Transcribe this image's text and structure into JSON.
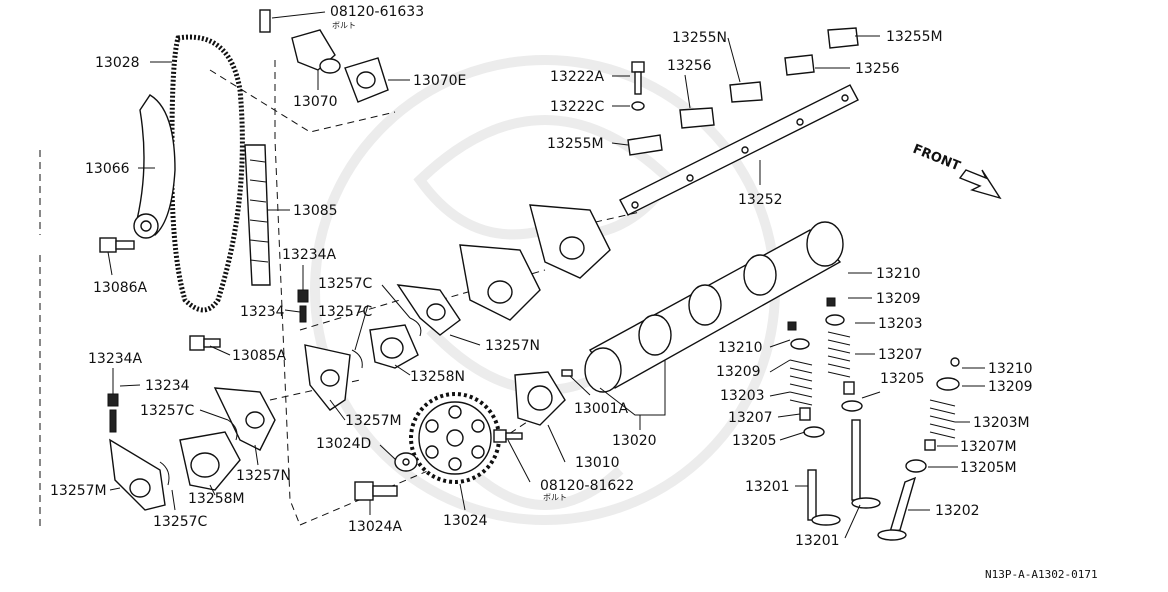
{
  "diagram_code": "N13P-A-A1302-0171",
  "front_label": "FRONT",
  "labels": [
    {
      "id": "l-08120-61633",
      "text": "08120-61633",
      "sub": "ボルト"
    },
    {
      "id": "l-13028",
      "text": "13028"
    },
    {
      "id": "l-13070",
      "text": "13070"
    },
    {
      "id": "l-13070E",
      "text": "13070E"
    },
    {
      "id": "l-13066",
      "text": "13066"
    },
    {
      "id": "l-13085",
      "text": "13085"
    },
    {
      "id": "l-13086A",
      "text": "13086A"
    },
    {
      "id": "l-13085A",
      "text": "13085A"
    },
    {
      "id": "l-13234A-1",
      "text": "13234A"
    },
    {
      "id": "l-13234-1",
      "text": "13234"
    },
    {
      "id": "l-13234A-2",
      "text": "13234A"
    },
    {
      "id": "l-13234-2",
      "text": "13234"
    },
    {
      "id": "l-13257C-1",
      "text": "13257C"
    },
    {
      "id": "l-13257C-2",
      "text": "13257C"
    },
    {
      "id": "l-13257C-3",
      "text": "13257C"
    },
    {
      "id": "l-13257C-4",
      "text": "13257C"
    },
    {
      "id": "l-13257N-1",
      "text": "13257N"
    },
    {
      "id": "l-13257N-2",
      "text": "13257N"
    },
    {
      "id": "l-13258N",
      "text": "13258N"
    },
    {
      "id": "l-13257M-1",
      "text": "13257M"
    },
    {
      "id": "l-13257M-2",
      "text": "13257M"
    },
    {
      "id": "l-13258M",
      "text": "13258M"
    },
    {
      "id": "l-13024D",
      "text": "13024D"
    },
    {
      "id": "l-13024A",
      "text": "13024A"
    },
    {
      "id": "l-13024",
      "text": "13024"
    },
    {
      "id": "l-08120-81622",
      "text": "08120-81622",
      "sub": "ボルト"
    },
    {
      "id": "l-13010",
      "text": "13010"
    },
    {
      "id": "l-13001A",
      "text": "13001A"
    },
    {
      "id": "l-13020",
      "text": "13020"
    },
    {
      "id": "l-13222A",
      "text": "13222A"
    },
    {
      "id": "l-13222C",
      "text": "13222C"
    },
    {
      "id": "l-13255M-1",
      "text": "13255M"
    },
    {
      "id": "l-13256-1",
      "text": "13256"
    },
    {
      "id": "l-13255N",
      "text": "13255N"
    },
    {
      "id": "l-13255M-2",
      "text": "13255M"
    },
    {
      "id": "l-13256-2",
      "text": "13256"
    },
    {
      "id": "l-13252",
      "text": "13252"
    },
    {
      "id": "l-13210-1",
      "text": "13210"
    },
    {
      "id": "l-13209-1",
      "text": "13209"
    },
    {
      "id": "l-13203-1",
      "text": "13203"
    },
    {
      "id": "l-13207-1",
      "text": "13207"
    },
    {
      "id": "l-13205-1",
      "text": "13205"
    },
    {
      "id": "l-13210-2",
      "text": "13210"
    },
    {
      "id": "l-13209-2",
      "text": "13209"
    },
    {
      "id": "l-13203-2",
      "text": "13203"
    },
    {
      "id": "l-13207-2",
      "text": "13207"
    },
    {
      "id": "l-13205-2",
      "text": "13205"
    },
    {
      "id": "l-13210-3",
      "text": "13210"
    },
    {
      "id": "l-13209-3",
      "text": "13209"
    },
    {
      "id": "l-13203M",
      "text": "13203M"
    },
    {
      "id": "l-13207M",
      "text": "13207M"
    },
    {
      "id": "l-13205M",
      "text": "13205M"
    },
    {
      "id": "l-13201-1",
      "text": "13201"
    },
    {
      "id": "l-13201-2",
      "text": "13201"
    },
    {
      "id": "l-13202",
      "text": "13202"
    }
  ]
}
